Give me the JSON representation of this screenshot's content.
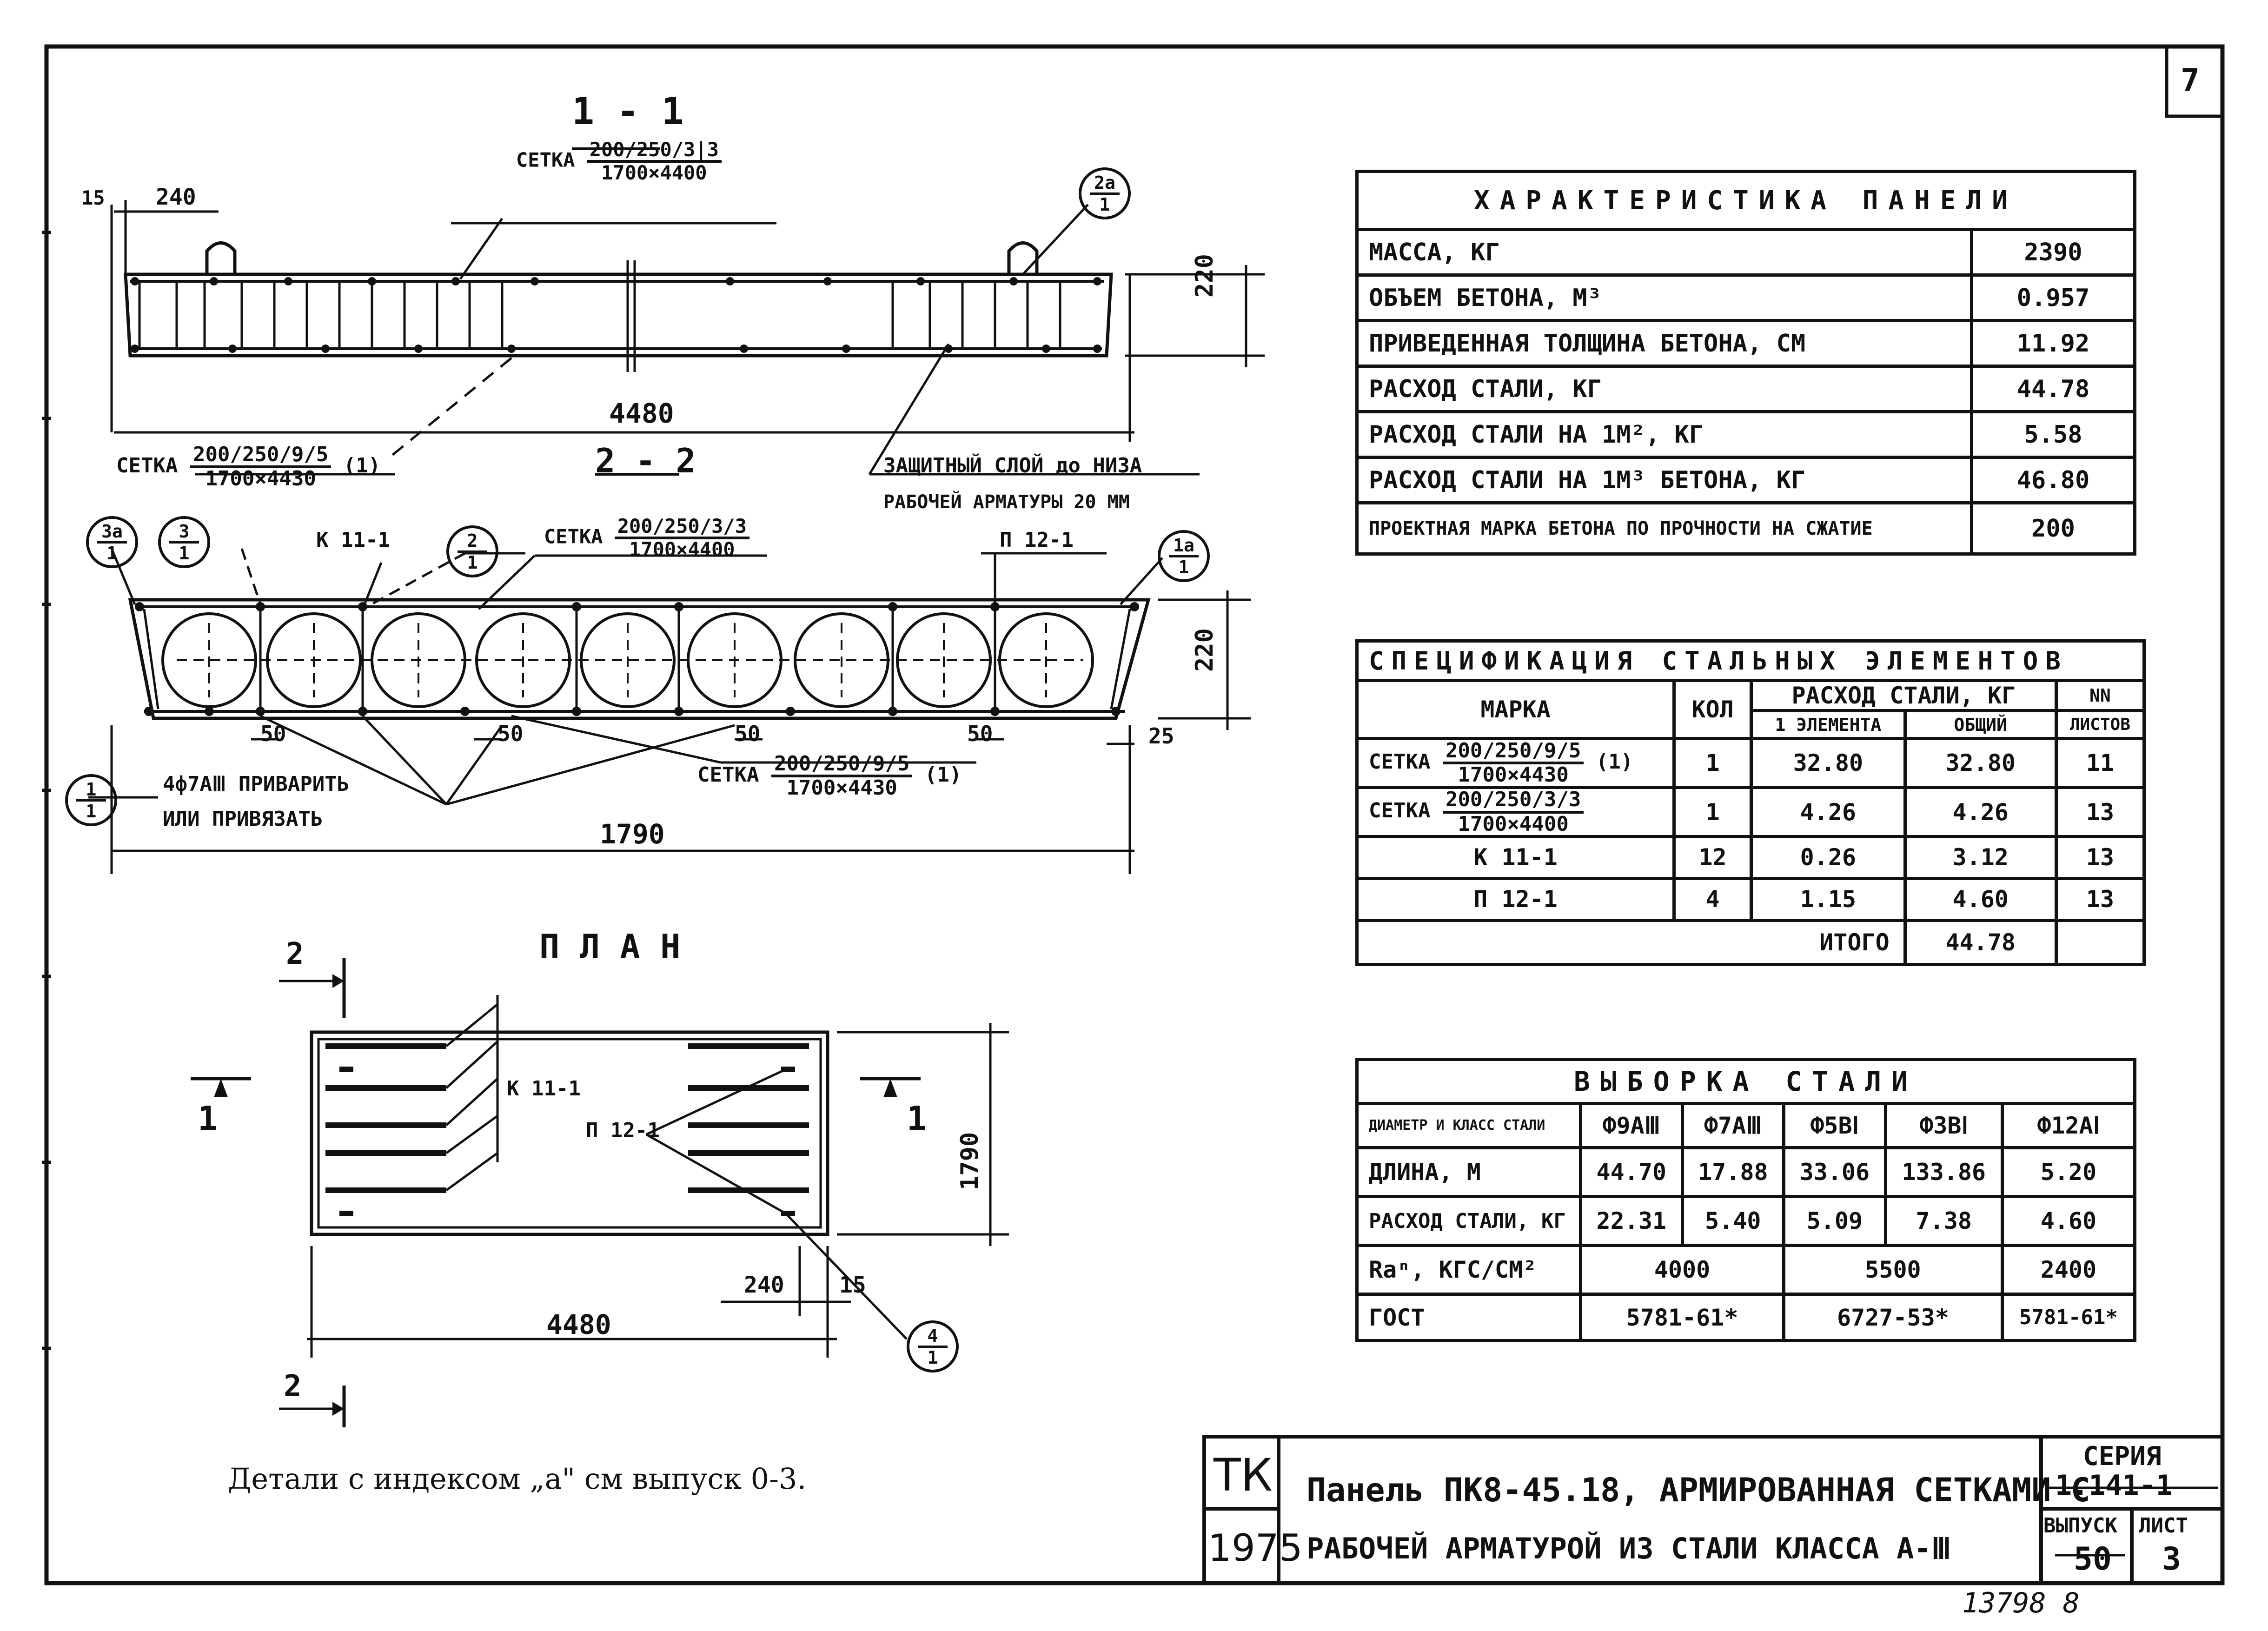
{
  "sheet_number": "7",
  "section_1": {
    "title": "1 - 1",
    "mesh_label": "СЕТКА",
    "mesh_top_num": "200/250/3|3",
    "mesh_top_den": "1700×4400",
    "mesh_bottom_num": "200/250/9/5",
    "mesh_bottom_den": "1700×4430",
    "mesh_bottom_suffix": "(1)",
    "dim_15": "15",
    "dim_240": "240",
    "dim_4480": "4480",
    "dim_220": "220",
    "callout_2a_num": "2a",
    "callout_2a_den": "1",
    "protect_line1": "ЗАЩИТНЫЙ СЛОЙ до НИЗА",
    "protect_line2": "РАБОЧЕЙ АРМАТУРЫ 20 ММ"
  },
  "section_2": {
    "title": "2 - 2",
    "mesh_label": "СЕТКА",
    "mesh_top_num": "200/250/3/3",
    "mesh_top_den": "1700×4400",
    "mesh_bottom_num": "200/250/9/5",
    "mesh_bottom_den": "1700×4430",
    "mesh_bottom_suffix": "(1)",
    "k_label": "К 11-1",
    "p_label": "П 12-1",
    "callout_3a_num": "3a",
    "callout_3a_den": "1",
    "callout_3_num": "3",
    "callout_3_den": "1",
    "callout_2_num": "2",
    "callout_2_den": "1",
    "callout_1a_num": "1a",
    "callout_1a_den": "1",
    "callout_1_num": "1",
    "callout_1_den": "1",
    "dim_50a": "50",
    "dim_50b": "50",
    "dim_50c": "50",
    "dim_50d": "50",
    "dim_25": "25",
    "dim_220": "220",
    "dim_1790": "1790",
    "weld_line1": "4ф7АⅢ ПРИВАРИТЬ",
    "weld_line2": "ИЛИ ПРИВЯЗАТЬ"
  },
  "plan": {
    "title": "П Л А Н",
    "cut2_top": "2",
    "cut2_bottom": "2",
    "cut1_left": "1",
    "cut1_right": "1",
    "k_label": "К 11-1",
    "p_label": "П 12-1",
    "dim_1790": "1790",
    "dim_4480": "4480",
    "dim_240": "240",
    "dim_15": "15",
    "callout_4_num": "4",
    "callout_4_den": "1",
    "note": "Детали с индексом „а\" см выпуск 0-3."
  },
  "characteristics": {
    "title": "ХАРАКТЕРИСТИКА ПАНЕЛИ",
    "rows": [
      {
        "label": "МАССА, КГ",
        "value": "2390"
      },
      {
        "label": "ОБЪЕМ БЕТОНА, М³",
        "value": "0.957"
      },
      {
        "label": "ПРИВЕДЕННАЯ ТОЛЩИНА БЕТОНА, СМ",
        "value": "11.92"
      },
      {
        "label": "РАСХОД СТАЛИ, КГ",
        "value": "44.78"
      },
      {
        "label": "РАСХОД СТАЛИ НА 1М², КГ",
        "value": "5.58"
      },
      {
        "label": "РАСХОД СТАЛИ НА 1М³ БЕТОНА, КГ",
        "value": "46.80"
      },
      {
        "label": "ПРОЕКТНАЯ МАРКА БЕТОНА ПО ПРОЧНОСТИ НА СЖАТИЕ",
        "value": "200"
      }
    ]
  },
  "specification": {
    "title": "СПЕЦИФИКАЦИЯ СТАЛЬНЫХ ЭЛЕМЕНТОВ",
    "col_mark": "МАРКА",
    "col_qty": "КОЛ",
    "col_steel": "РАСХОД СТАЛИ, КГ",
    "col_one": "1 ЭЛЕМЕНТА",
    "col_total": "ОБЩИЙ",
    "col_sheets_1": "NN",
    "col_sheets_2": "ЛИСТОВ",
    "rows": [
      {
        "mark_prefix": "СЕТКА",
        "mark_num": "200/250/9/5",
        "mark_den": "1700×4430",
        "mark_suffix": "(1)",
        "qty": "1",
        "one": "32.80",
        "total": "32.80",
        "sheet": "11"
      },
      {
        "mark_prefix": "СЕТКА",
        "mark_num": "200/250/3/3",
        "mark_den": "1700×4400",
        "mark_suffix": "",
        "qty": "1",
        "one": "4.26",
        "total": "4.26",
        "sheet": "13"
      },
      {
        "mark_prefix": "К 11-1",
        "mark_num": "",
        "mark_den": "",
        "mark_suffix": "",
        "qty": "12",
        "one": "0.26",
        "total": "3.12",
        "sheet": "13"
      },
      {
        "mark_prefix": "П 12-1",
        "mark_num": "",
        "mark_den": "",
        "mark_suffix": "",
        "qty": "4",
        "one": "1.15",
        "total": "4.60",
        "sheet": "13"
      }
    ],
    "total_label": "ИТОГО",
    "total_value": "44.78"
  },
  "steel_selection": {
    "title": "ВЫБОРКА СТАЛИ",
    "header_label": "ДИАМЕТР И КЛАСС СТАЛИ",
    "columns": [
      "Ф9АⅢ",
      "Ф7АⅢ",
      "Ф5ВⅠ",
      "Ф3ВⅠ",
      "Ф12АⅠ"
    ],
    "length_label": "ДЛИНА, М",
    "lengths": [
      "44.70",
      "17.88",
      "33.06",
      "133.86",
      "5.20"
    ],
    "mass_label": "РАСХОД СТАЛИ, КГ",
    "masses": [
      "22.31",
      "5.40",
      "5.09",
      "7.38",
      "4.60"
    ],
    "ra_label": "Rаⁿ, КГС/СМ²",
    "ra_values": [
      "4000",
      "5500",
      "2400"
    ],
    "gost_label": "ГОСТ",
    "gost_values": [
      "5781-61*",
      "6727-53*",
      "5781-61*"
    ]
  },
  "title_block": {
    "org": "ТК",
    "year": "1975",
    "title_line1": "Панель ПК8-45.18, АРМИРОВАННАЯ СЕТКАМИ С",
    "title_line2": "РАБОЧЕЙ АРМАТУРОЙ ИЗ СТАЛИ КЛАССА А-Ⅲ",
    "series_label": "СЕРИЯ",
    "series_value": "1.141-1",
    "issue_label": "ВЫПУСК",
    "issue_value": "50",
    "sheet_label": "ЛИСТ",
    "sheet_value": "3"
  },
  "footer_number": "13798 8"
}
